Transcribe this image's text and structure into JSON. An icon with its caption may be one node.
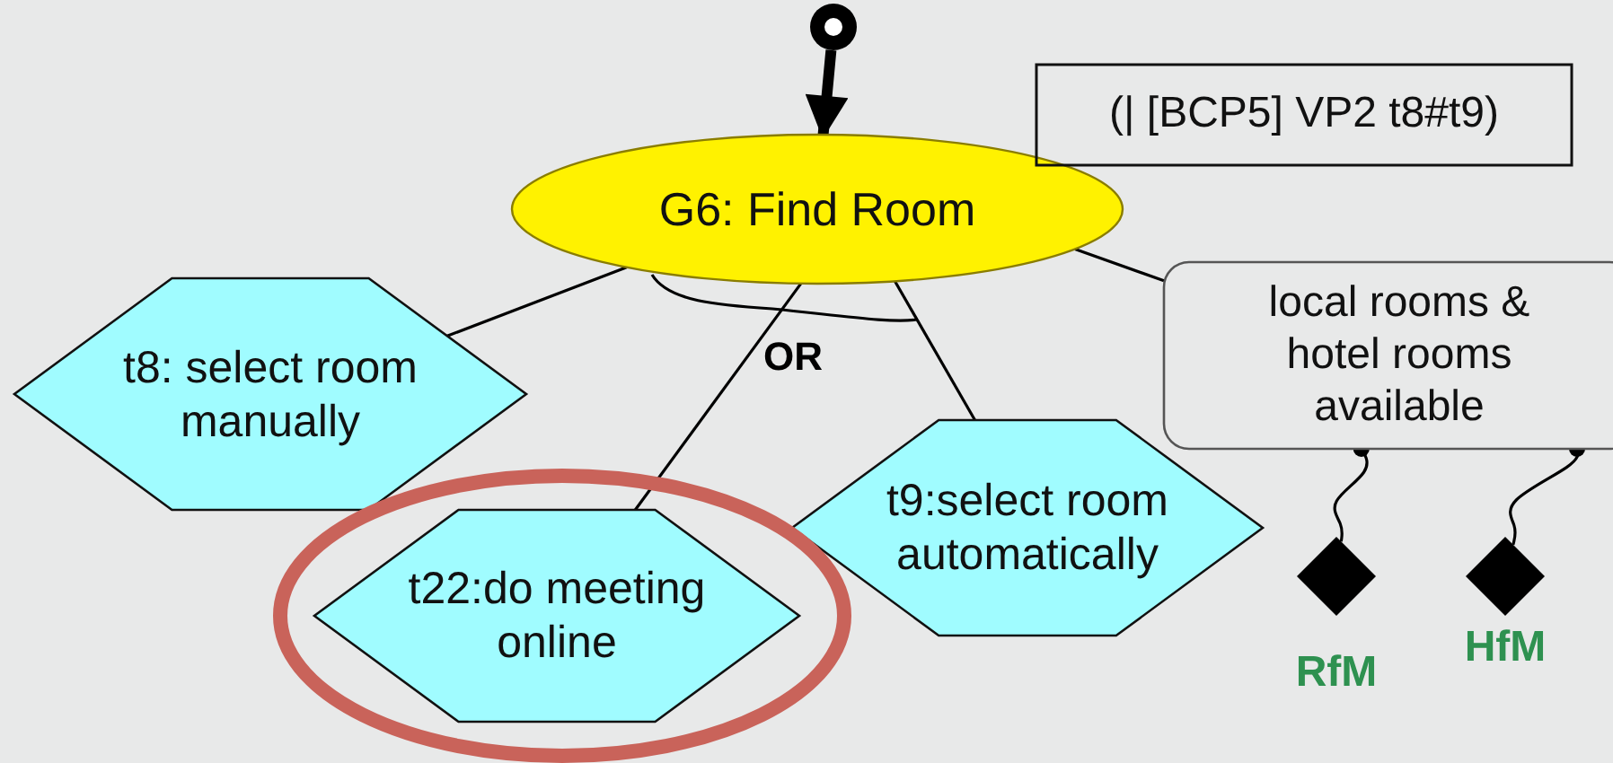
{
  "diagram": {
    "nodes": [
      {
        "text": [],
        "shape": "circle"
      },
      {
        "text": [
          "G6: Find Room"
        ]
      },
      {
        "text": [
          "(| [BCP5] VP2 t8#t9)"
        ]
      },
      {
        "text": [
          "t8: select room manually"
        ]
      },
      {
        "text": [
          "t9:select room automatically"
        ]
      },
      {
        "text": [
          "t22:do meeting online"
        ]
      },
      {
        "text": [
          "local rooms & hotel rooms available"
        ]
      },
      {
        "text": [],
        "shape": "diamond",
        "beside": [
          "RfM"
        ]
      },
      {
        "text": [],
        "shape": "diamond",
        "beside": [
          "HfM"
        ]
      }
    ],
    "edges": [
      {
        "from": 0,
        "to": 1,
        "arrow": "to",
        "style": "thick"
      },
      {
        "from": 1,
        "to": 3,
        "arrow": "none"
      },
      {
        "from": 1,
        "to": 5,
        "arrow": "none"
      },
      {
        "from": 1,
        "to": 4,
        "arrow": "none"
      },
      {
        "from": 1,
        "to": 6,
        "arrow": "none"
      },
      {
        "from": 6,
        "to": 7,
        "arrow": "other"
      },
      {
        "from": 6,
        "to": 8,
        "arrow": "other"
      }
    ],
    "labels": [
      "OR"
    ]
  }
}
